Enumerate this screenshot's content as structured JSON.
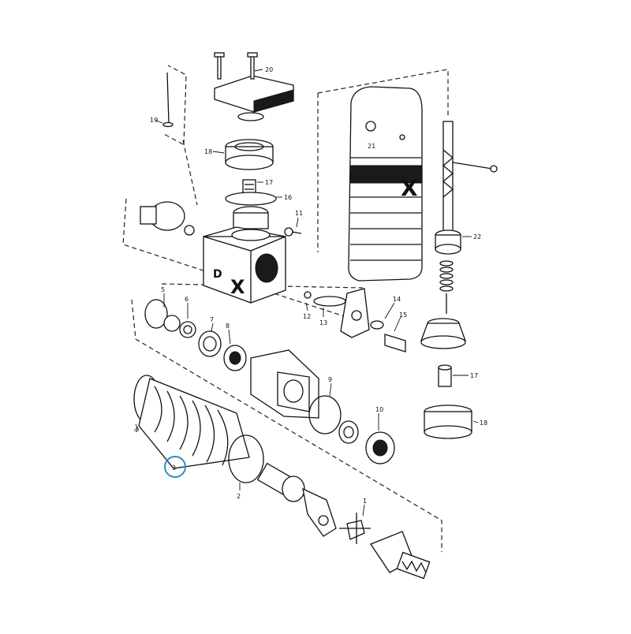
{
  "callouts": {
    "c1": "1",
    "c2": "2",
    "c3": "3",
    "c4": "4",
    "c5": "5",
    "c6": "6",
    "c7": "7",
    "c8": "8",
    "c9": "9",
    "c10": "10",
    "c11": "11",
    "c12": "12",
    "c13": "13",
    "c14": "14",
    "c15": "15",
    "c16": "16",
    "c17a": "17",
    "c17b": "17",
    "c18a": "18",
    "c18b": "18",
    "c19": "19",
    "c20": "20",
    "c21": "21",
    "c22": "22"
  },
  "highlight": {
    "color": "#2b8fc6",
    "callout": "3"
  },
  "logos": {
    "housing": "X",
    "shield": "X",
    "housing_prefix": "D"
  }
}
